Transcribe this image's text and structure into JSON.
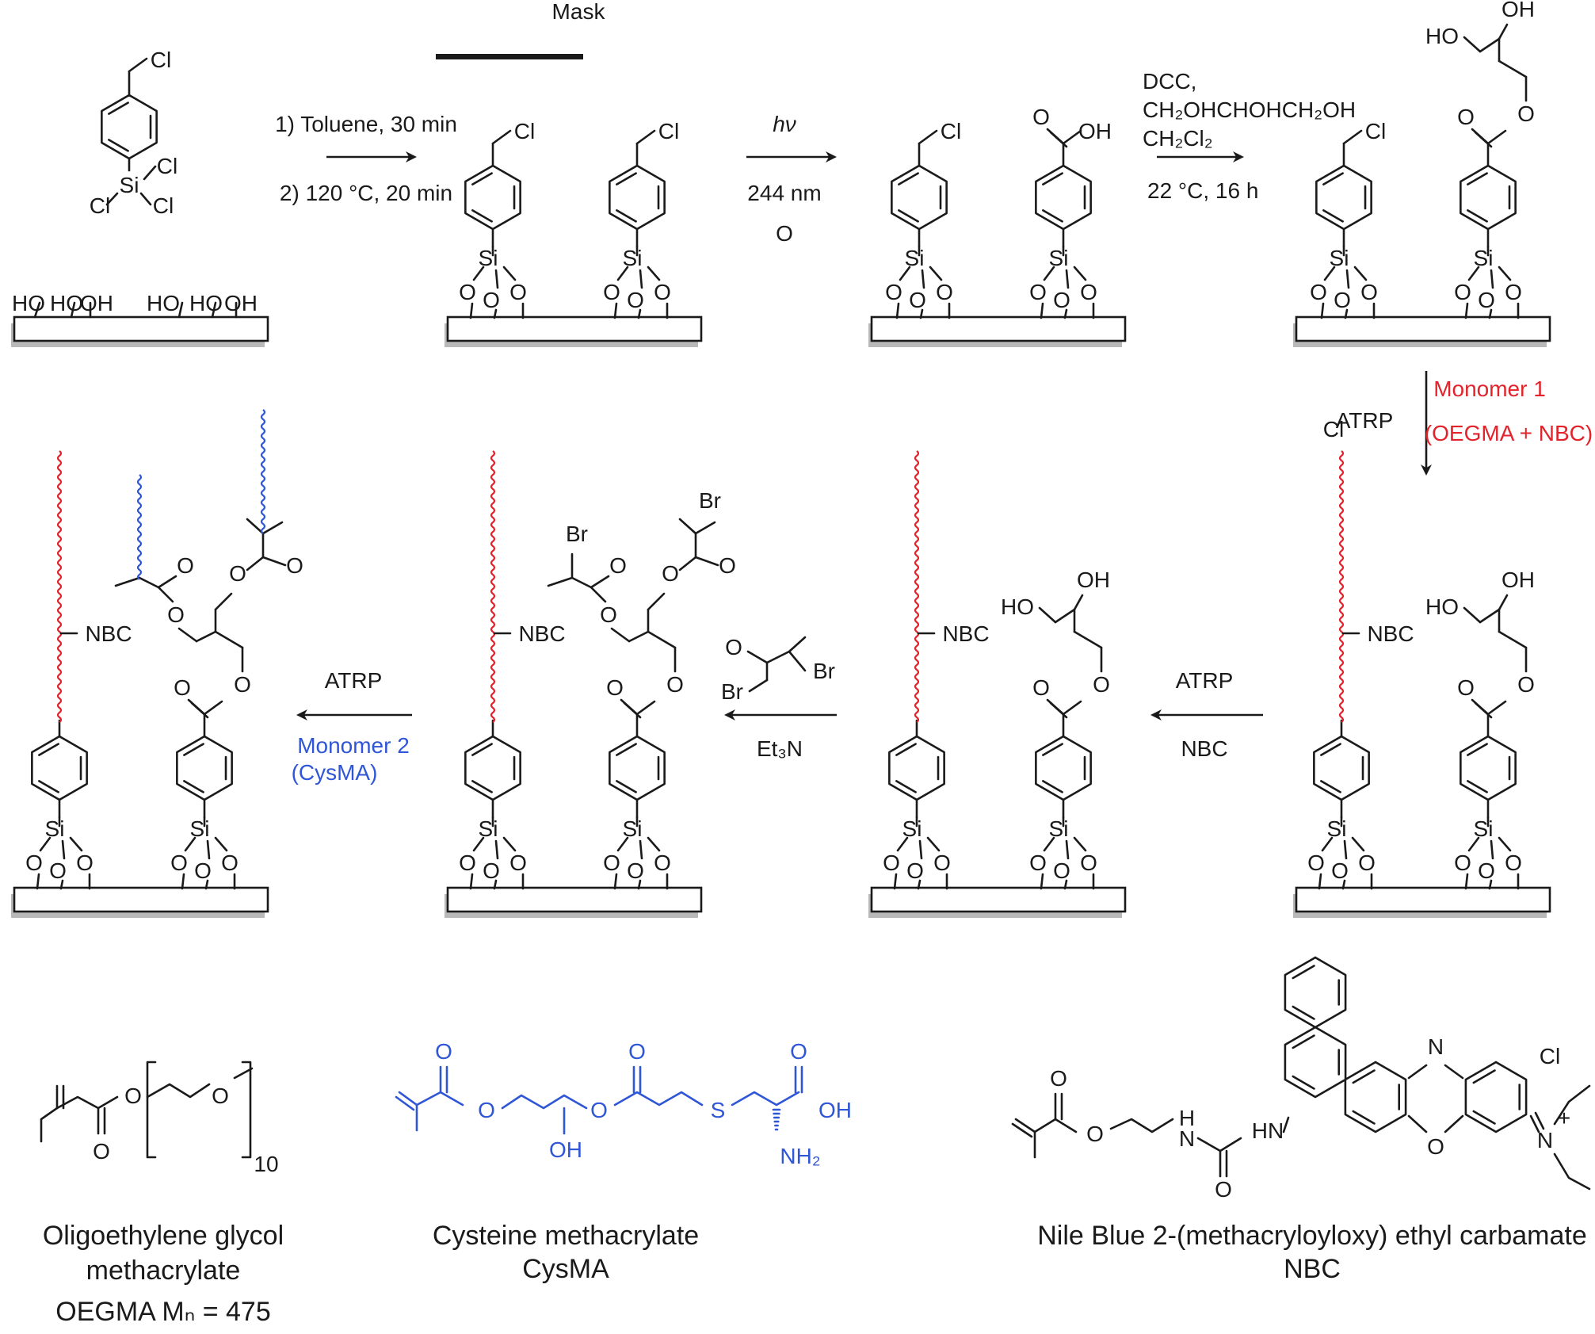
{
  "colors": {
    "monomer1": "#e3232b",
    "monomer2": "#2f56d6",
    "text": "#1a1a1a",
    "substrate_shadow": "#b9b9b9"
  },
  "mask": {
    "label": "Mask"
  },
  "arrows": {
    "a1": {
      "line1": "1) Toluene, 30 min",
      "line2": "2) 120 °C, 20 min"
    },
    "a2": {
      "line1": "hν",
      "line2": "244 nm",
      "line3": "O"
    },
    "a3": {
      "line1": "DCC,",
      "line2": "CH₂OHCHOHCH₂OH",
      "line3": "CH₂Cl₂",
      "line4": "22 °C, 16 h"
    },
    "a4": {
      "left": "ATRP",
      "monomer_a": "Monomer 1",
      "monomer_b": "(OEGMA + NBC)"
    },
    "a5": {
      "top": "ATRP",
      "bottom": "NBC"
    },
    "a6": {
      "bottom": "Et₃N"
    },
    "a7": {
      "top": "ATRP",
      "monomer_a": "Monomer 2",
      "monomer_b": "(CysMA)"
    }
  },
  "atoms": {
    "cl": "Cl",
    "si": "Si",
    "o": "O",
    "oh": "OH",
    "ho": "HO",
    "br": "Br",
    "nbc": "NBC",
    "n": "N",
    "nplus": "N",
    "plus": "+",
    "h": "H",
    "hn": "HN",
    "s": "S",
    "nh2": "NH₂",
    "ten": "10"
  },
  "captions": {
    "oegma": {
      "line1": "Oligoethylene glycol",
      "line2": "methacrylate",
      "line3": "OEGMA Mₙ = 475"
    },
    "cysma": {
      "line1": "Cysteine methacrylate",
      "line2": "CysMA"
    },
    "nbc": {
      "line1": "Nile Blue 2-(methacryloyloxy) ethyl carbamate",
      "line2": "NBC"
    }
  }
}
